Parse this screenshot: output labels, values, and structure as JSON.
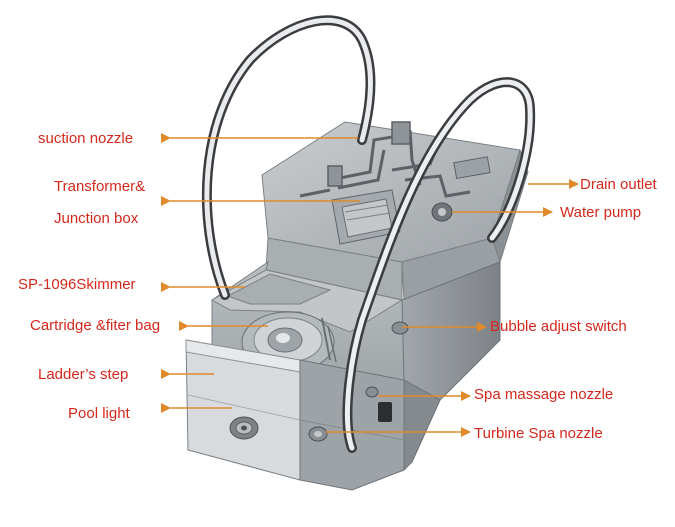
{
  "diagram": {
    "labels": {
      "suction_nozzle": "suction nozzle",
      "transformer": "Transformer&",
      "junction_box": "Junction box",
      "skimmer": "SP-1096Skimmer",
      "cartridge": "Cartridge &fiter bag",
      "ladder_step": "Ladder’s step",
      "pool_light": "Pool light",
      "drain_outlet": "Drain outlet",
      "water_pump": "Water pump",
      "bubble_switch": "Bubble adjust switch",
      "spa_massage": "Spa massage nozzle",
      "turbine_spa": "Turbine Spa nozzle"
    },
    "colors": {
      "label_text": "#d4281c",
      "arrow": "#e08a2c",
      "body_dark": "#8f9498",
      "body_mid": "#b3b8bb",
      "body_light": "#d2d6d8",
      "pipe": "#3d3f42"
    }
  }
}
